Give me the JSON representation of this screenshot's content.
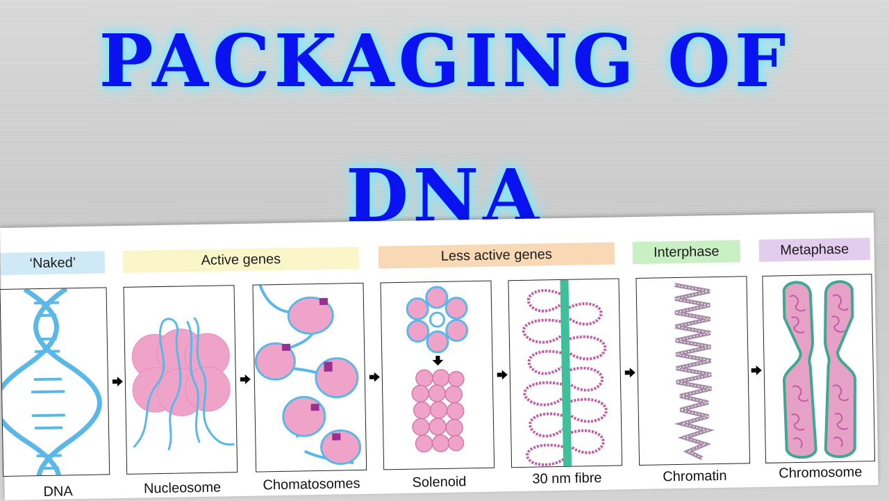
{
  "title": {
    "line1": "PACKAGING OF",
    "line2": "DNA"
  },
  "headers": {
    "naked": "‘Naked’",
    "active": "Active genes",
    "less_active": "Less active genes",
    "interphase": "Interphase",
    "metaphase": "Metaphase"
  },
  "labels": {
    "dna": "DNA",
    "nucleosome": "Nucleosome",
    "chromatosomes": "Chomatosomes",
    "solenoid": "Solenoid",
    "fibre": "30 nm fibre",
    "chromatin": "Chromatin",
    "chromosome": "Chromosome"
  },
  "colors": {
    "title": "#0b12f0",
    "glow": "#7fe9ff",
    "dna_blue": "#5bb8e6",
    "histone_pink": "#f0a3c9",
    "linker_purple": "#9b2f8f",
    "header_blue": "#cfe9f7",
    "header_yellow": "#fbf6c9",
    "header_orange": "#f9d8b5",
    "header_green": "#c9f0c4",
    "header_purple": "#e3cdee",
    "scaffold_green": "#3fbf9a"
  }
}
